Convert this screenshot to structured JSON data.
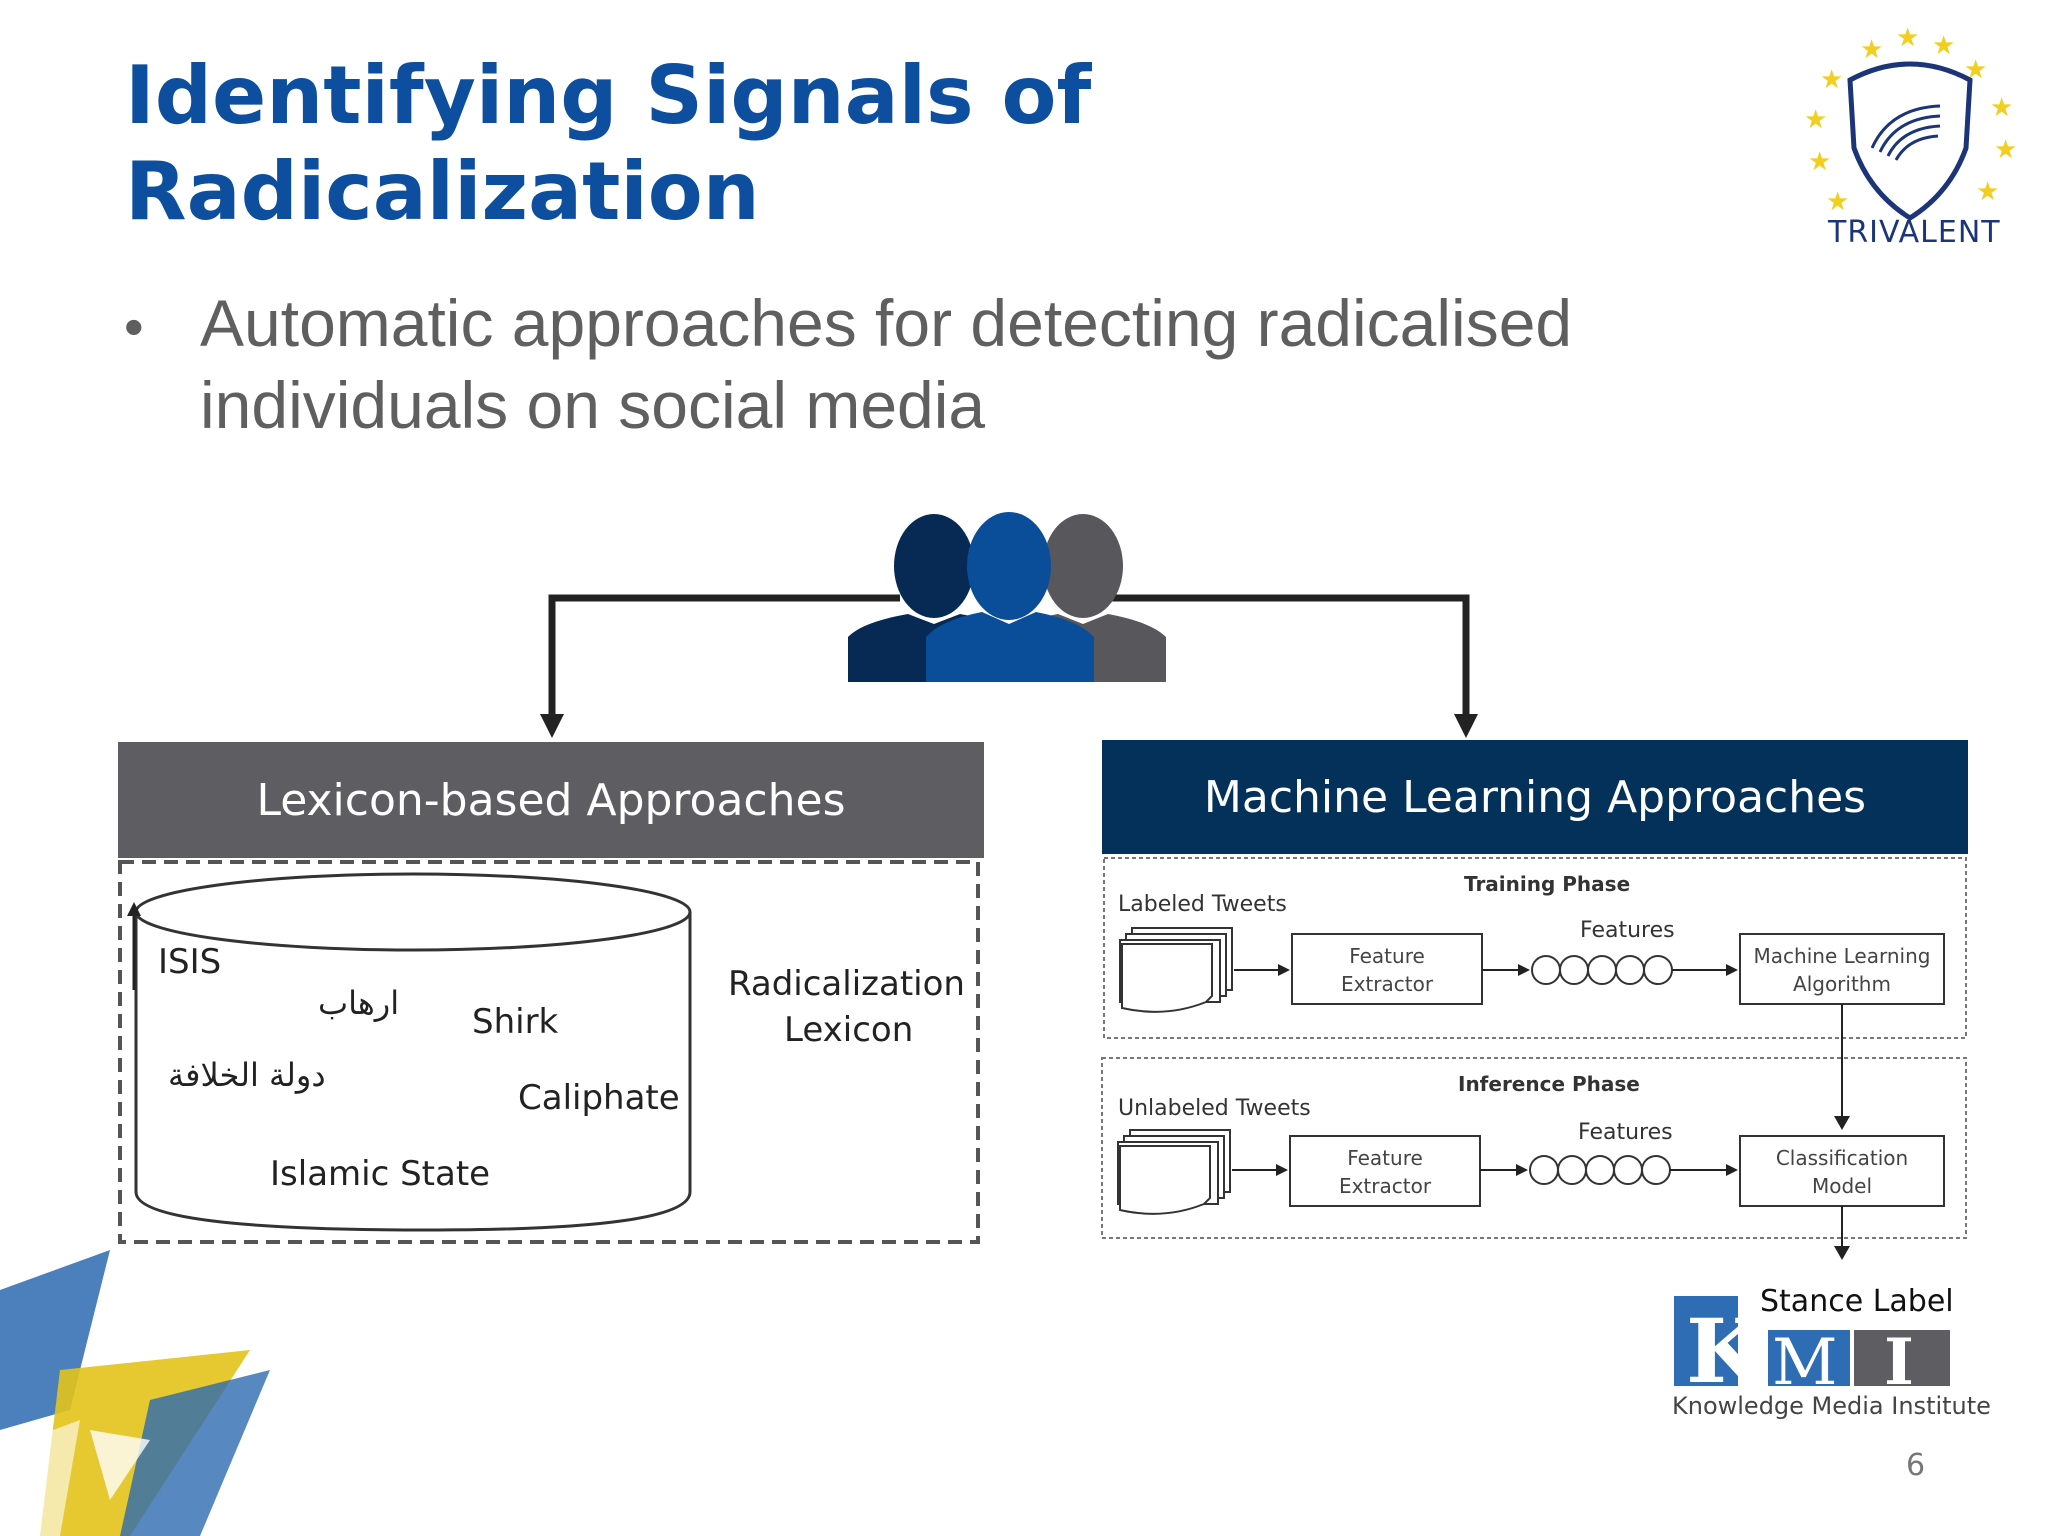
{
  "slide": {
    "title_line1": "Identifying Signals of",
    "title_line2": "Radicalization",
    "bullet_line1": "Automatic approaches for detecting radicalised",
    "bullet_line2": "individuals on social media",
    "page_number": "6"
  },
  "logos": {
    "trivalent": "TRIVALENT",
    "kmi_k": "K",
    "kmi_m": "M",
    "kmi_i": "I",
    "kmi_subtitle": "Knowledge Media Institute"
  },
  "lexicon": {
    "header": "Lexicon-based Approaches",
    "label_line1": "Radicalization",
    "label_line2": "Lexicon",
    "terms": [
      "ISIS",
      "ارهاب",
      "Shirk",
      "دولة الخلافة",
      "Caliphate",
      "Islamic State"
    ]
  },
  "ml": {
    "header": "Machine Learning Approaches",
    "training_phase": "Training Phase",
    "labeled_tweets": "Labeled Tweets",
    "feature_extractor_1": "Feature",
    "feature_extractor_2": "Extractor",
    "features": "Features",
    "ml_algorithm_1": "Machine Learning",
    "ml_algorithm_2": "Algorithm",
    "inference_phase": "Inference Phase",
    "unlabeled_tweets": "Unlabeled Tweets",
    "classification_model_1": "Classification",
    "classification_model_2": "Model",
    "stance_label": "Stance Label"
  },
  "colors": {
    "title_blue": "#0d4f9e",
    "lexicon_header": "#5e5d61",
    "ml_header": "#04315a",
    "person_dark": "#072a55",
    "person_mid": "#0a4e9a",
    "person_gray": "#58585c",
    "kmi_blue": "#2e6db4",
    "kmi_gray": "#5e5e62"
  }
}
